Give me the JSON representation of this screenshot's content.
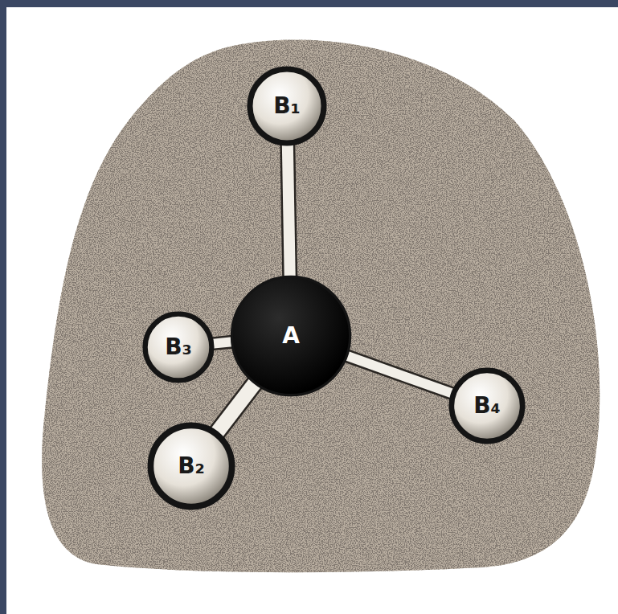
{
  "diagram": {
    "nodes": [
      {
        "text": [
          "B₁"
        ]
      },
      {
        "text": [
          "B₃"
        ]
      },
      {
        "text": [
          "A"
        ]
      },
      {
        "text": [
          "B₄"
        ]
      },
      {
        "text": [
          "B₂"
        ]
      }
    ],
    "edges": [
      {
        "from": 2,
        "to": 0,
        "arrow": "none"
      },
      {
        "from": 2,
        "to": 1,
        "arrow": "none"
      },
      {
        "from": 2,
        "to": 3,
        "arrow": "none"
      },
      {
        "from": 2,
        "to": 4,
        "arrow": "none"
      }
    ]
  }
}
